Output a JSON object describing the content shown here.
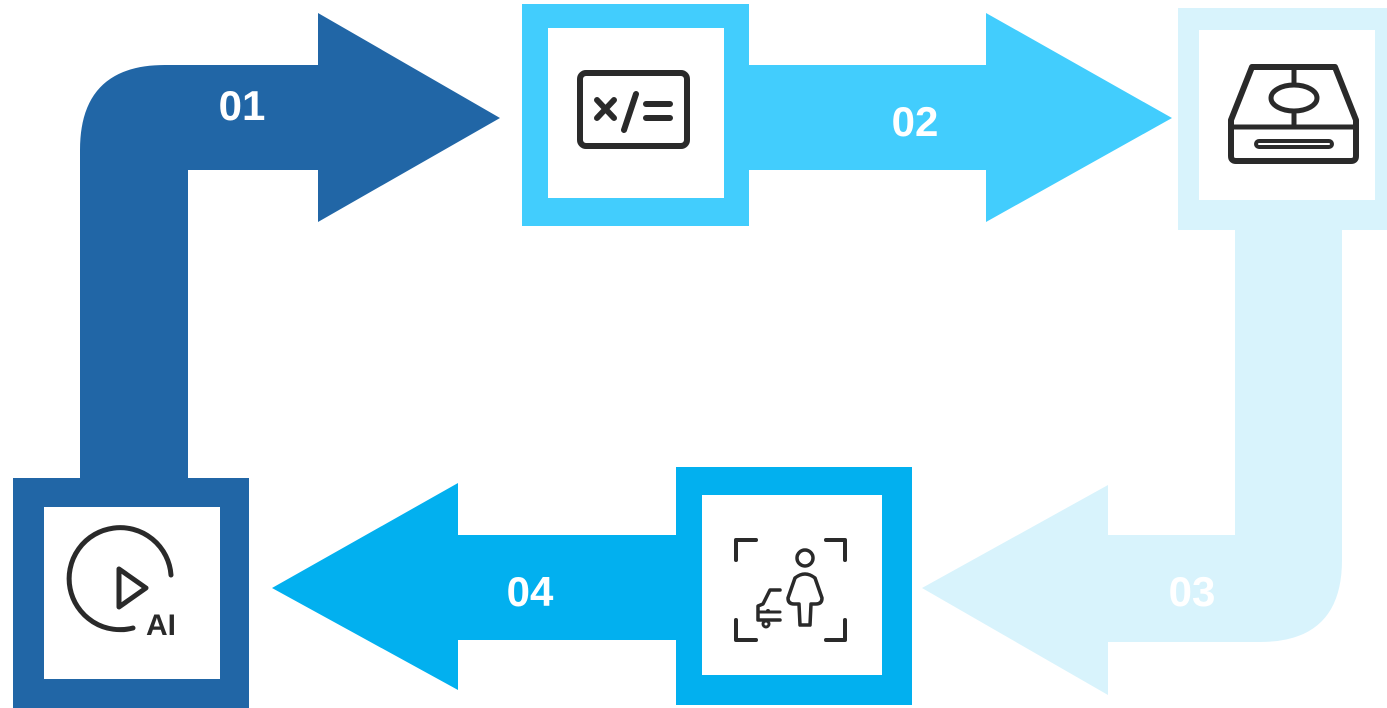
{
  "colors": {
    "step1": "#2166A6",
    "step2": "#42CDFD",
    "step3": "#D8F3FC",
    "step4": "#02B0EF",
    "label_default": "#FFFFFF",
    "icon": "#2A2A2A",
    "background": "#FFFFFF"
  },
  "steps": [
    {
      "label": "01",
      "icon": "ai-play-icon"
    },
    {
      "label": "02",
      "icon": "calculator-icon"
    },
    {
      "label": "03",
      "icon": "storage-drive-icon"
    },
    {
      "label": "04",
      "icon": "person-vehicle-detection-icon"
    }
  ]
}
